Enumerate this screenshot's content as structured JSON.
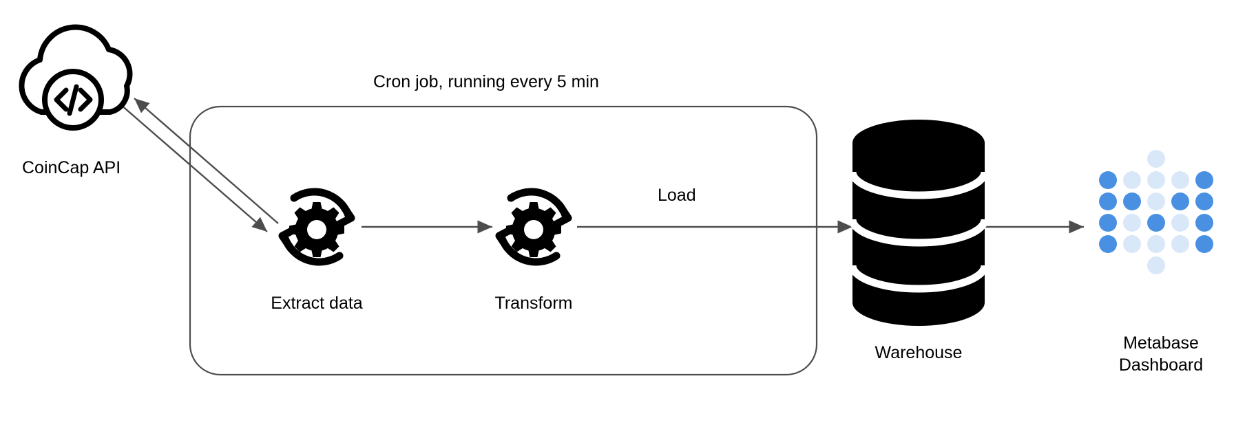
{
  "diagram": {
    "title": "ETL pipeline data flow diagram",
    "background_color": "#ffffff",
    "stroke_color": "#4d4d4d",
    "icon_color": "#000000",
    "text_color": "#000000"
  },
  "group": {
    "label": "Cron job, running every 5 min",
    "name": "cron-job-group"
  },
  "nodes": [
    {
      "id": "coincap-api",
      "label": "CoinCap API",
      "icon": "cloud-code-icon"
    },
    {
      "id": "extract-data",
      "label": "Extract data",
      "icon": "gear-refresh-icon"
    },
    {
      "id": "transform",
      "label": "Transform",
      "icon": "gear-refresh-icon"
    },
    {
      "id": "warehouse",
      "label": "Warehouse",
      "icon": "database-cylinder-icon"
    },
    {
      "id": "metabase-dashboard",
      "label_line1": "Metabase",
      "label_line2": "Dashboard",
      "icon": "metabase-dots-icon"
    }
  ],
  "edges": [
    {
      "id": "extract-to-api",
      "label": "",
      "from": "extract-data",
      "to": "coincap-api"
    },
    {
      "id": "api-to-extract",
      "label": "",
      "from": "coincap-api",
      "to": "extract-data"
    },
    {
      "id": "extract-to-transform",
      "label": "",
      "from": "extract-data",
      "to": "transform"
    },
    {
      "id": "transform-to-warehouse",
      "label": "Load",
      "from": "transform",
      "to": "warehouse"
    },
    {
      "id": "warehouse-to-dashboard",
      "label": "",
      "from": "warehouse",
      "to": "metabase-dashboard"
    }
  ],
  "metabase_logo": {
    "dot_color_dark": "#4a90e2",
    "dot_color_light": "#d9e8f9",
    "rows": [
      [
        0,
        0,
        1,
        0,
        0
      ],
      [
        2,
        1,
        1,
        1,
        2
      ],
      [
        2,
        2,
        1,
        2,
        2
      ],
      [
        2,
        1,
        2,
        1,
        2
      ],
      [
        2,
        1,
        1,
        1,
        2
      ],
      [
        0,
        0,
        1,
        0,
        0
      ]
    ]
  }
}
